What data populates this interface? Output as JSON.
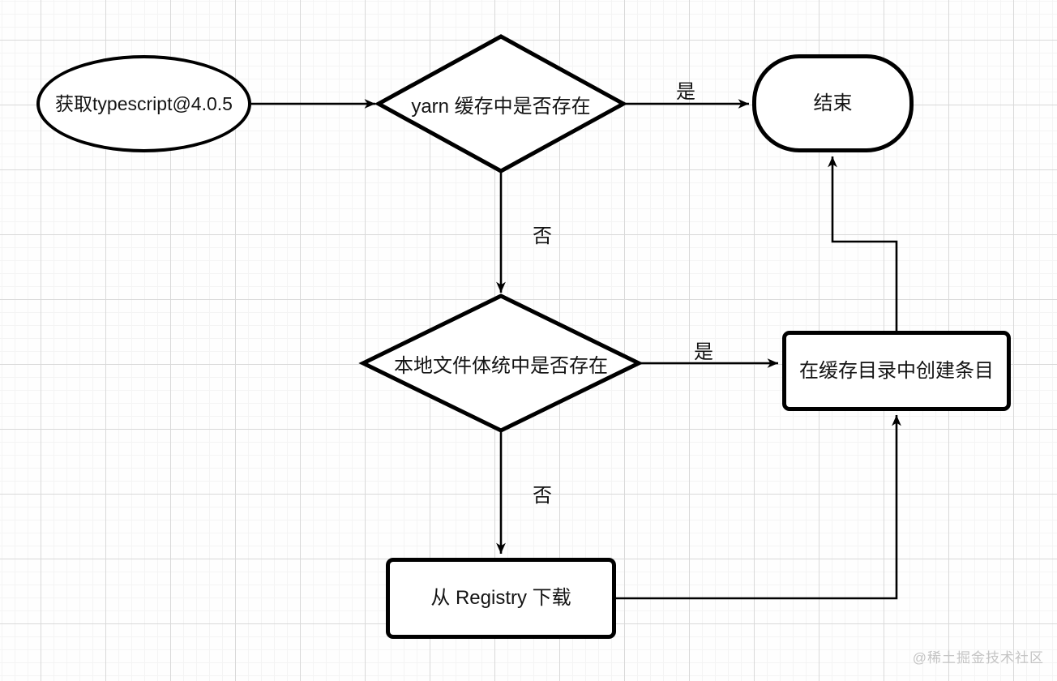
{
  "diagram": {
    "nodes": {
      "start": "获取typescript@4.0.5",
      "yarn_cache": "yarn 缓存中是否存在",
      "end": "结束",
      "local_fs": "本地文件体统中是否存在",
      "create_entry": "在缓存目录中创建条目",
      "download": "从 Registry 下载"
    },
    "edge_labels": {
      "yarn_yes": "是",
      "yarn_no": "否",
      "local_yes": "是",
      "local_no": "否"
    }
  },
  "watermark": "@稀土掘金技术社区",
  "colors": {
    "stroke": "#000000",
    "node_fill": "#ffffff",
    "grid_major": "#d9d9d9",
    "grid_minor": "#f4f4f4",
    "watermark": "#c4c4c4"
  }
}
